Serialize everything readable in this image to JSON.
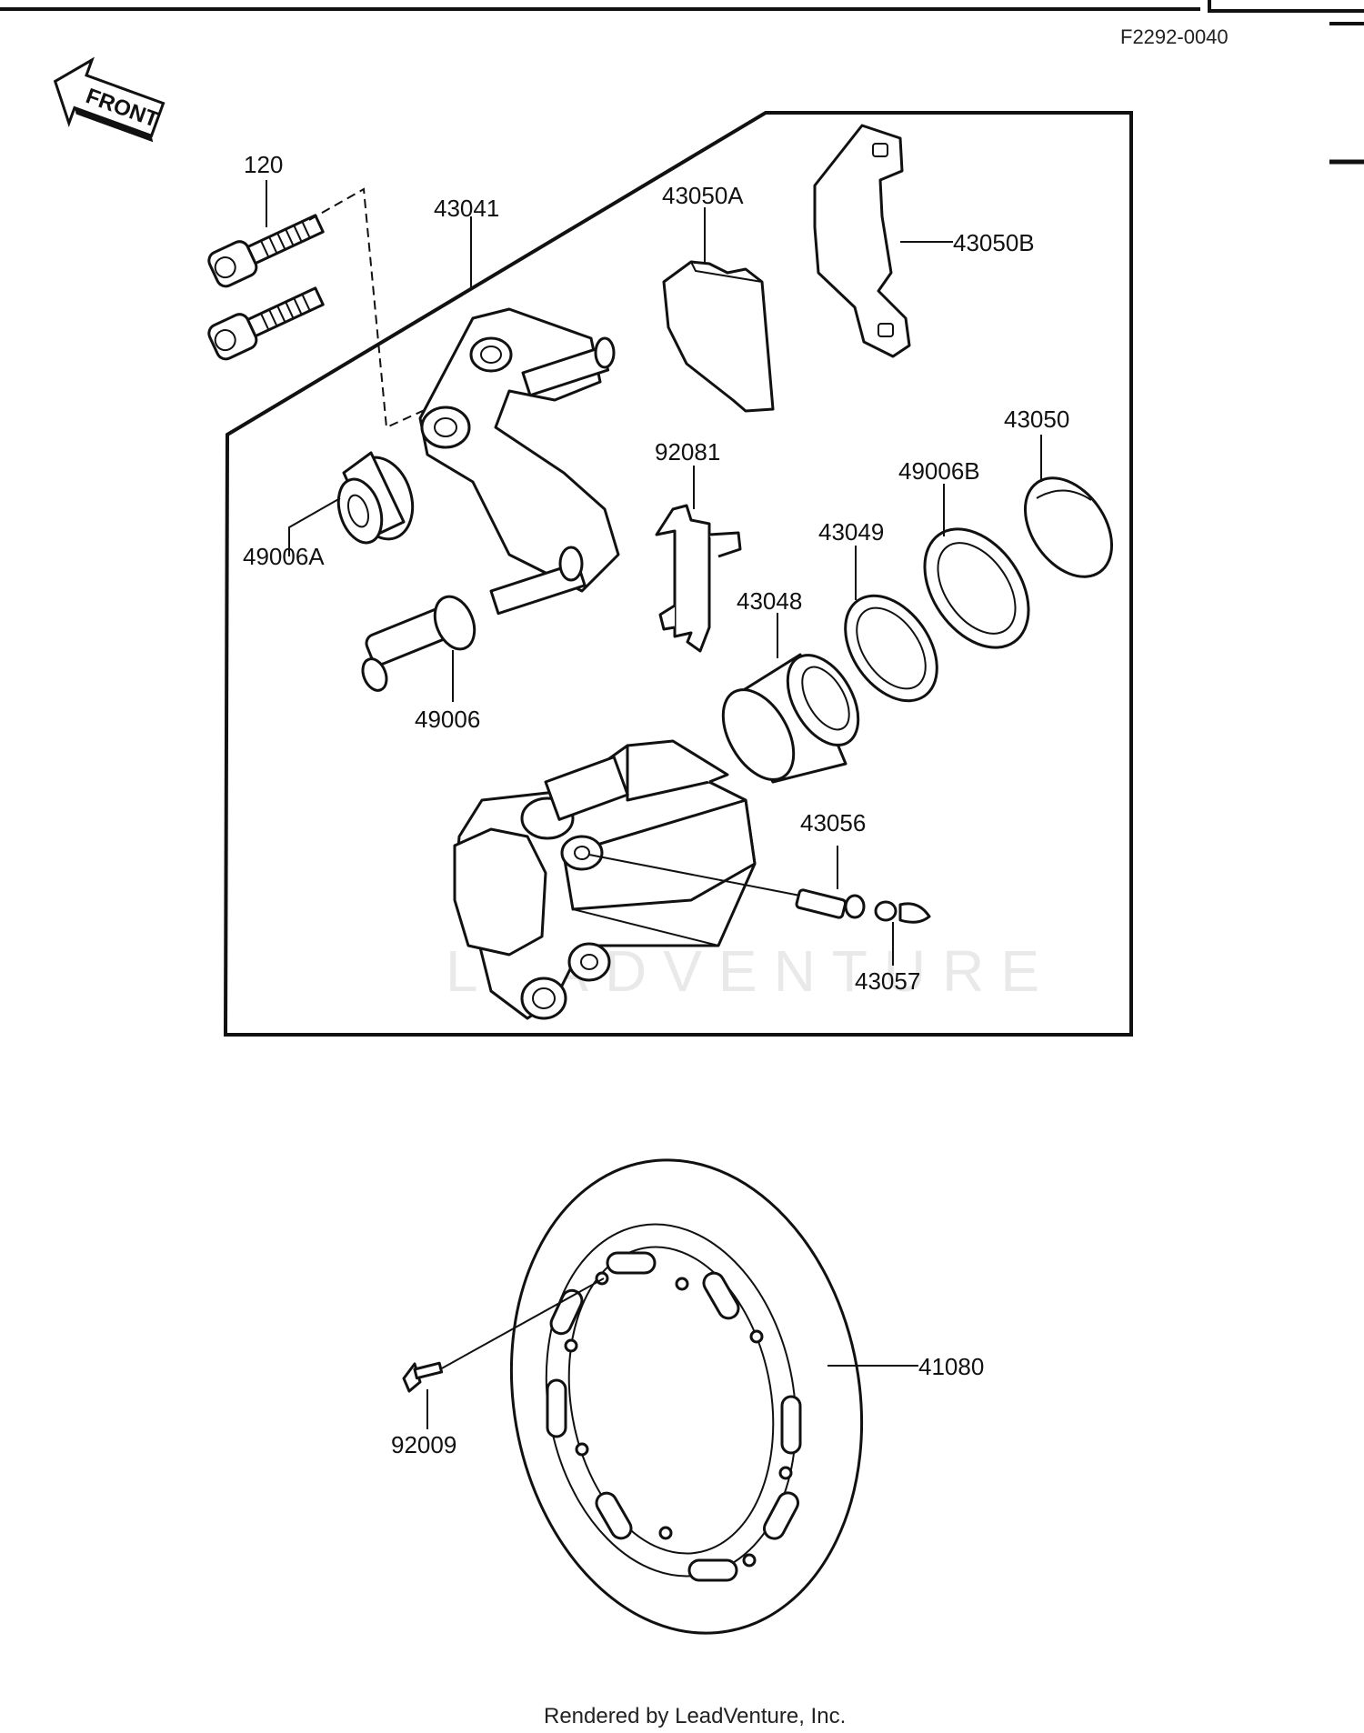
{
  "diagram": {
    "code": "F2292-0040",
    "front_label": "FRONT",
    "watermark": "LEADVENTURE",
    "footer": "Rendered by LeadVenture, Inc.",
    "parts": {
      "p120": "120",
      "p43041": "43041",
      "p43050A": "43050A",
      "p43050B": "43050B",
      "p43050": "43050",
      "p49006B": "49006B",
      "p92081": "92081",
      "p43049": "43049",
      "p49006A": "49006A",
      "p43048": "43048",
      "p49006": "49006",
      "p43056": "43056",
      "p43057": "43057",
      "p41080": "41080",
      "p92009": "92009"
    }
  }
}
